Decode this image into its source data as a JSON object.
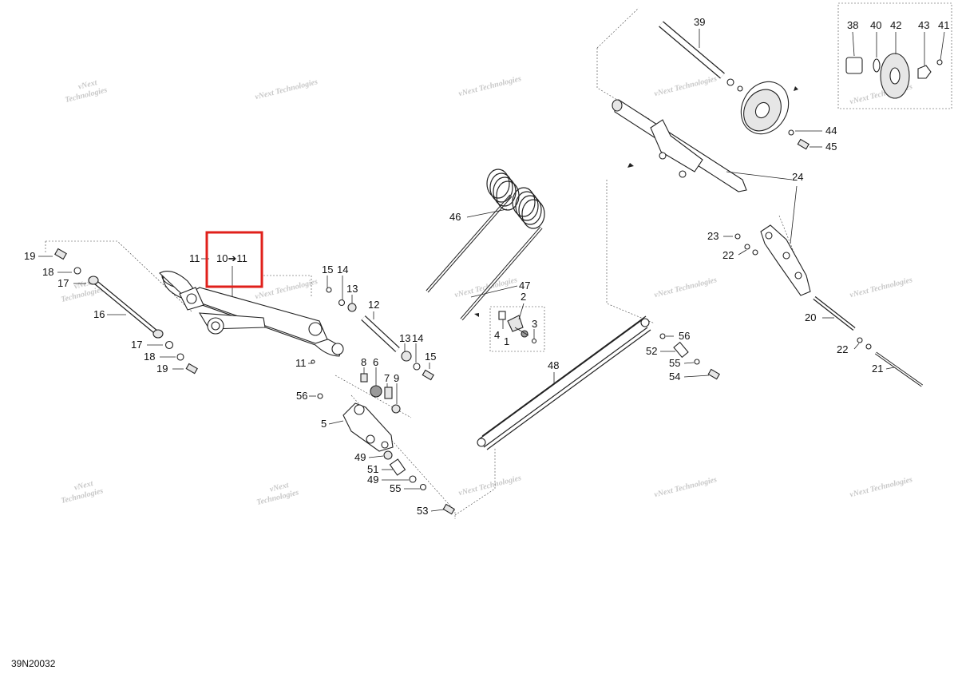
{
  "diagram": {
    "drawing_code": "39N20032",
    "watermark_line1": "vNext",
    "watermark_line2": "Technologies",
    "watermark_full": "vNext Technologies",
    "highlight_color": "#e0201b",
    "highlight_text": "10➔11",
    "highlight_lead_label": "11"
  },
  "callouts": [
    {
      "id": "c39",
      "text": "39"
    },
    {
      "id": "c38",
      "text": "38"
    },
    {
      "id": "c40",
      "text": "40"
    },
    {
      "id": "c42",
      "text": "42"
    },
    {
      "id": "c43",
      "text": "43"
    },
    {
      "id": "c41",
      "text": "41"
    },
    {
      "id": "c44",
      "text": "44"
    },
    {
      "id": "c45",
      "text": "45"
    },
    {
      "id": "c24",
      "text": "24"
    },
    {
      "id": "c46",
      "text": "46"
    },
    {
      "id": "c47",
      "text": "47"
    },
    {
      "id": "c23",
      "text": "23"
    },
    {
      "id": "c22a",
      "text": "22"
    },
    {
      "id": "c20",
      "text": "20"
    },
    {
      "id": "c22b",
      "text": "22"
    },
    {
      "id": "c21",
      "text": "21"
    },
    {
      "id": "c19a",
      "text": "19"
    },
    {
      "id": "c18a",
      "text": "18"
    },
    {
      "id": "c17a",
      "text": "17"
    },
    {
      "id": "c16",
      "text": "16"
    },
    {
      "id": "c17b",
      "text": "17"
    },
    {
      "id": "c18b",
      "text": "18"
    },
    {
      "id": "c19b",
      "text": "19"
    },
    {
      "id": "c15a",
      "text": "15"
    },
    {
      "id": "c14a",
      "text": "14"
    },
    {
      "id": "c13a",
      "text": "13"
    },
    {
      "id": "c12",
      "text": "12"
    },
    {
      "id": "c13b",
      "text": "13"
    },
    {
      "id": "c14b",
      "text": "14"
    },
    {
      "id": "c15b",
      "text": "15"
    },
    {
      "id": "c11b",
      "text": "11"
    },
    {
      "id": "c8",
      "text": "8"
    },
    {
      "id": "c6",
      "text": "6"
    },
    {
      "id": "c7",
      "text": "7"
    },
    {
      "id": "c9",
      "text": "9"
    },
    {
      "id": "c56a",
      "text": "56"
    },
    {
      "id": "c5",
      "text": "5"
    },
    {
      "id": "c49a",
      "text": "49"
    },
    {
      "id": "c51",
      "text": "51"
    },
    {
      "id": "c49b",
      "text": "49"
    },
    {
      "id": "c55a",
      "text": "55"
    },
    {
      "id": "c53",
      "text": "53"
    },
    {
      "id": "c2",
      "text": "2"
    },
    {
      "id": "c4",
      "text": "4"
    },
    {
      "id": "c3",
      "text": "3"
    },
    {
      "id": "c1",
      "text": "1"
    },
    {
      "id": "c48",
      "text": "48"
    },
    {
      "id": "c56b",
      "text": "56"
    },
    {
      "id": "c52",
      "text": "52"
    },
    {
      "id": "c55b",
      "text": "55"
    },
    {
      "id": "c54",
      "text": "54"
    }
  ]
}
